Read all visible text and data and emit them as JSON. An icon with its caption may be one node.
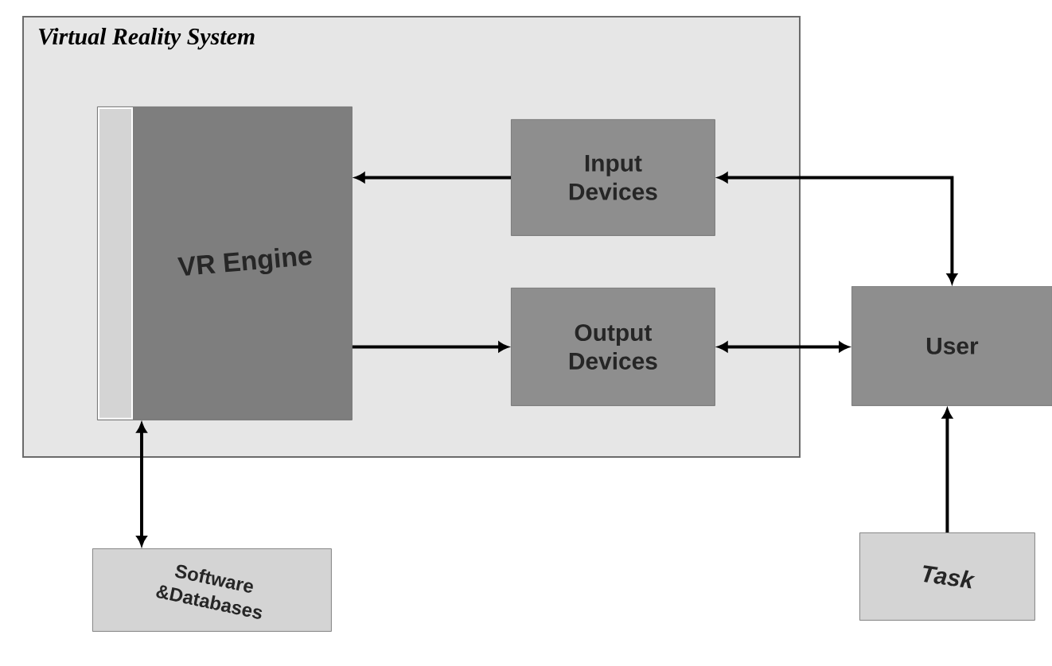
{
  "diagram": {
    "nodes": [
      {
        "text": [
          "Virtual Reality System"
        ]
      },
      {
        "text": [
          "VR Engine"
        ],
        "in": 0
      },
      {
        "text": [
          "Input Devices"
        ],
        "in": 0
      },
      {
        "text": [
          "Output Devices"
        ],
        "in": 0
      },
      {
        "text": [
          "User"
        ]
      },
      {
        "text": [
          "Software &Databases"
        ]
      },
      {
        "text": [
          "Task"
        ]
      }
    ],
    "edges": [
      {
        "from": 2,
        "to": 1,
        "arrow": "to"
      },
      {
        "from": 1,
        "to": 3,
        "arrow": "to"
      },
      {
        "from": 2,
        "to": 4,
        "arrow": "both"
      },
      {
        "from": 3,
        "to": 4,
        "arrow": "both"
      },
      {
        "from": 1,
        "to": 5,
        "arrow": "both"
      },
      {
        "from": 6,
        "to": 4,
        "arrow": "to"
      }
    ]
  }
}
